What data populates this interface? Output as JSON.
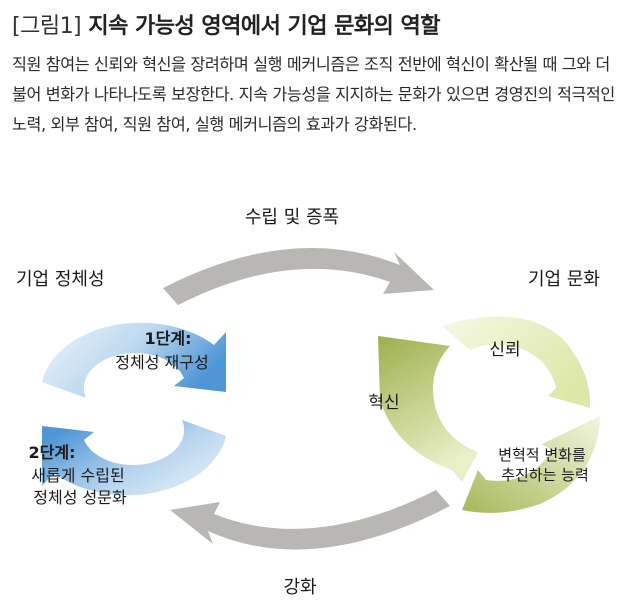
{
  "figure": {
    "tag": "[그림1]",
    "title": "지속 가능성 영역에서 기업 문화의 역할",
    "description": "직원 참여는 신뢰와 혁신을 장려하며 실행 메커니즘은 조직 전반에 혁신이 확산될 때 그와 더불어 변화가 나타나도록 보장한다. 지속 가능성을 지지하는 문화가 있으면 경영진의 적극적인 노력, 외부 참여, 직원 참여, 실행 메커니즘의 효과가 강화된다."
  },
  "diagram": {
    "top_arrow_label": "수립 및 증폭",
    "bottom_arrow_label": "강화",
    "left_title": "기업 정체성",
    "right_title": "기업 문화",
    "left_cycle": {
      "stage1_title": "1단계:",
      "stage1_text": "정체성 재구성",
      "stage2_title": "2단계:",
      "stage2_line1": "새롭게 수립된",
      "stage2_line2": "정체성 성문화"
    },
    "right_cycle": {
      "trust": "신뢰",
      "innovation": "혁신",
      "ability_line1": "변혁적 변화를",
      "ability_line2": "추진하는 능력"
    }
  },
  "colors": {
    "arrow_gray": "#b9b7b3",
    "blue_light": "#e8f1fa",
    "blue_dark": "#4f96d6",
    "green_light": "#f4f6dc",
    "green_dark": "#9cb24e"
  }
}
